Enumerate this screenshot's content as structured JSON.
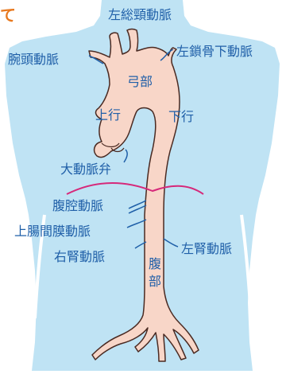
{
  "colors": {
    "body": "#bfe3f4",
    "aorta": "#f8d6c8",
    "aorta_stroke": "#4a2a22",
    "label": "#1f5fa8",
    "diaphragm": "#d6297a",
    "corner_text": "#e8791f"
  },
  "corner_text": "て",
  "labels": {
    "left_common_carotid": "左総頸動脈",
    "brachiocephalic": "腕頭動脈",
    "left_subclavian": "左鎖骨下動脈",
    "arch": "弓部",
    "ascending": "上行",
    "descending": "下行",
    "aortic_valve": "大動脈弁",
    "celiac": "腹腔動脈",
    "superior_mesenteric": "上腸間膜動脈",
    "right_renal": "右腎動脈",
    "left_renal": "左腎動脈",
    "abdominal_1": "腹",
    "abdominal_2": "部"
  }
}
